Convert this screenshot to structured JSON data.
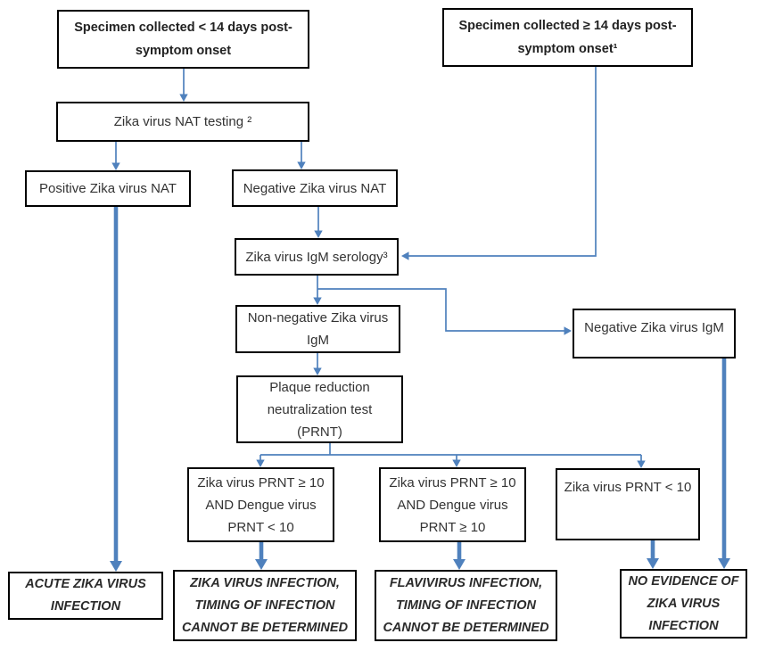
{
  "colors": {
    "accent": "#4f81bd",
    "box_border": "#000000",
    "text": "#333333"
  },
  "nodes": {
    "specimen_lt14": {
      "label": "Specimen collected < 14 days post-\nsymptom onset"
    },
    "specimen_ge14": {
      "label": "Specimen collected ≥ 14 days post-\nsymptom onset¹"
    },
    "nat_testing": {
      "label": "Zika virus NAT testing ²"
    },
    "positive_nat": {
      "label": "Positive Zika virus NAT"
    },
    "negative_nat": {
      "label": "Negative Zika virus NAT"
    },
    "igm_serology": {
      "label": "Zika virus IgM serology³"
    },
    "nonnegative_igm": {
      "label": "Non-negative Zika virus\nIgM"
    },
    "negative_igm": {
      "label": "Negative Zika virus IgM"
    },
    "prnt": {
      "label": "Plaque reduction\nneutralization test\n(PRNT)"
    },
    "prnt_zika_ge10_dengue_lt10": {
      "label": "Zika virus PRNT ≥ 10\nAND Dengue virus\nPRNT < 10"
    },
    "prnt_zika_ge10_dengue_ge10": {
      "label": "Zika virus PRNT ≥ 10\nAND Dengue virus\nPRNT ≥ 10"
    },
    "prnt_zika_lt10": {
      "label": "Zika virus PRNT < 10"
    },
    "acute_zika": {
      "label": "ACUTE ZIKA VIRUS\nINFECTION"
    },
    "zika_timing_undetermined": {
      "label": "ZIKA VIRUS INFECTION,\nTIMING OF INFECTION\nCANNOT BE DETERMINED"
    },
    "flavivirus_timing_undetermined": {
      "label": "FLAVIVIRUS INFECTION,\nTIMING OF INFECTION\nCANNOT BE DETERMINED"
    },
    "no_evidence": {
      "label": "NO EVIDENCE OF\nZIKA VIRUS\nINFECTION"
    }
  },
  "edges": [
    {
      "from": "specimen_lt14",
      "to": "nat_testing",
      "style": "thin"
    },
    {
      "from": "nat_testing",
      "to": "positive_nat",
      "style": "thin"
    },
    {
      "from": "nat_testing",
      "to": "negative_nat",
      "style": "thin"
    },
    {
      "from": "negative_nat",
      "to": "igm_serology",
      "style": "thin"
    },
    {
      "from": "specimen_ge14",
      "to": "igm_serology",
      "style": "thin"
    },
    {
      "from": "igm_serology",
      "to": "nonnegative_igm",
      "style": "thin"
    },
    {
      "from": "igm_serology",
      "to": "negative_igm",
      "style": "thin"
    },
    {
      "from": "nonnegative_igm",
      "to": "prnt",
      "style": "thin"
    },
    {
      "from": "prnt",
      "to": "prnt_zika_ge10_dengue_lt10",
      "style": "thin"
    },
    {
      "from": "prnt",
      "to": "prnt_zika_ge10_dengue_ge10",
      "style": "thin"
    },
    {
      "from": "prnt",
      "to": "prnt_zika_lt10",
      "style": "thin"
    },
    {
      "from": "positive_nat",
      "to": "acute_zika",
      "style": "thick"
    },
    {
      "from": "prnt_zika_ge10_dengue_lt10",
      "to": "zika_timing_undetermined",
      "style": "thick"
    },
    {
      "from": "prnt_zika_ge10_dengue_ge10",
      "to": "flavivirus_timing_undetermined",
      "style": "thick"
    },
    {
      "from": "prnt_zika_lt10",
      "to": "no_evidence",
      "style": "thick"
    },
    {
      "from": "negative_igm",
      "to": "no_evidence",
      "style": "thick"
    }
  ]
}
